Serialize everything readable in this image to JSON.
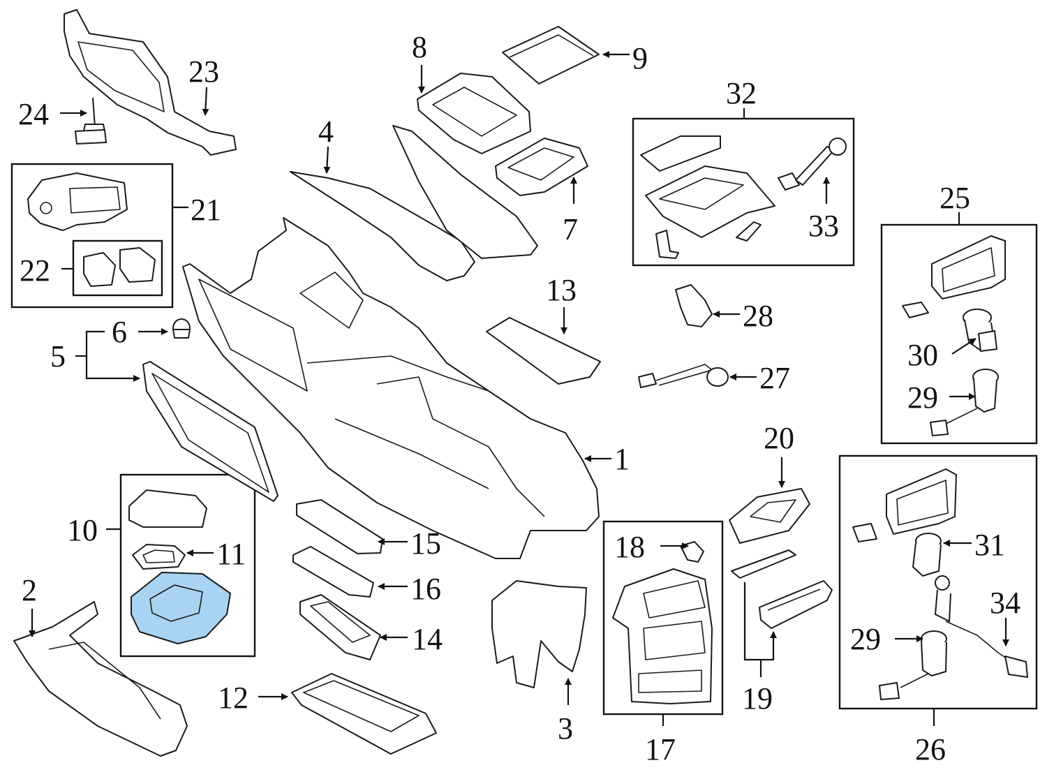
{
  "diagram": {
    "highlight_color": "#a9d3f2",
    "callouts": {
      "c1": "1",
      "c2": "2",
      "c3": "3",
      "c4": "4",
      "c5": "5",
      "c6": "6",
      "c7": "7",
      "c8": "8",
      "c9": "9",
      "c10": "10",
      "c11": "11",
      "c12": "12",
      "c13": "13",
      "c14": "14",
      "c15": "15",
      "c16": "16",
      "c17": "17",
      "c18": "18",
      "c19": "19",
      "c20": "20",
      "c21": "21",
      "c22": "22",
      "c23": "23",
      "c24": "24",
      "c25": "25",
      "c26": "26",
      "c27": "27",
      "c28": "28",
      "c29a": "29",
      "c29b": "29",
      "c30": "30",
      "c31": "31",
      "c32": "32",
      "c33": "33",
      "c34": "34"
    }
  }
}
